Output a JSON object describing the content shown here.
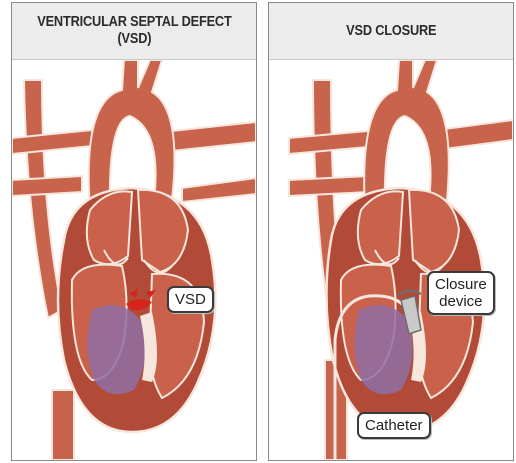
{
  "panels": [
    {
      "title_line1": "VENTRICULAR SEPTAL DEFECT",
      "title_line2": "(VSD)",
      "labels": {
        "vsd": "VSD"
      }
    },
    {
      "title_line1": "VSD CLOSURE",
      "labels": {
        "closure_line1": "Closure",
        "closure_line2": "device",
        "catheter": "Catheter"
      }
    }
  ],
  "colors": {
    "vessel": "#c8634c",
    "vessel_dark": "#9e3f2c",
    "heart": "#b14a36",
    "chamber": "#c9614b",
    "ventricle_blue": "#8f6fa3",
    "defect": "#d7241b",
    "outline": "#f6e6dc"
  }
}
